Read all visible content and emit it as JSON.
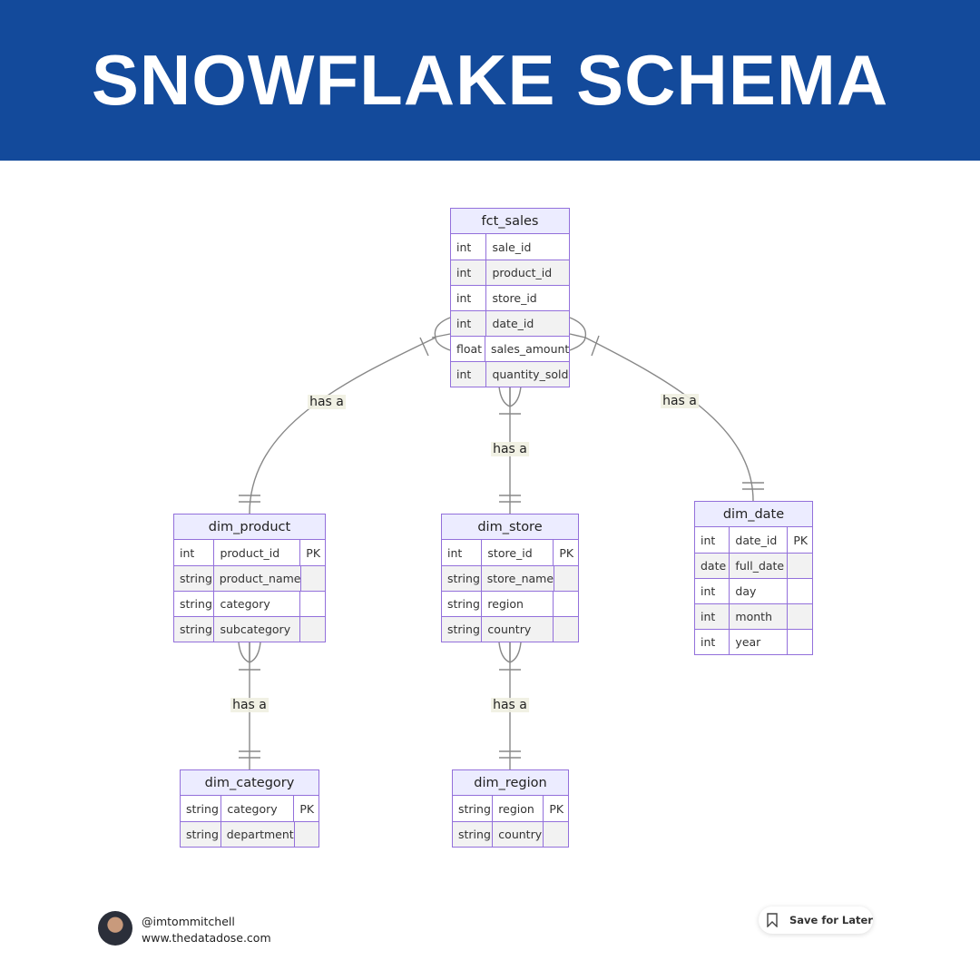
{
  "header": {
    "title": "SNOWFLAKE SCHEMA"
  },
  "relationship_label": "has a",
  "entities": {
    "fct_sales": {
      "name": "fct_sales",
      "rows": [
        [
          "int",
          "sale_id"
        ],
        [
          "int",
          "product_id"
        ],
        [
          "int",
          "store_id"
        ],
        [
          "int",
          "date_id"
        ],
        [
          "float",
          "sales_amount"
        ],
        [
          "int",
          "quantity_sold"
        ]
      ]
    },
    "dim_product": {
      "name": "dim_product",
      "rows": [
        [
          "int",
          "product_id",
          "PK"
        ],
        [
          "string",
          "product_name",
          ""
        ],
        [
          "string",
          "category",
          ""
        ],
        [
          "string",
          "subcategory",
          ""
        ]
      ]
    },
    "dim_store": {
      "name": "dim_store",
      "rows": [
        [
          "int",
          "store_id",
          "PK"
        ],
        [
          "string",
          "store_name",
          ""
        ],
        [
          "string",
          "region",
          ""
        ],
        [
          "string",
          "country",
          ""
        ]
      ]
    },
    "dim_date": {
      "name": "dim_date",
      "rows": [
        [
          "int",
          "date_id",
          "PK"
        ],
        [
          "date",
          "full_date",
          ""
        ],
        [
          "int",
          "day",
          ""
        ],
        [
          "int",
          "month",
          ""
        ],
        [
          "int",
          "year",
          ""
        ]
      ]
    },
    "dim_category": {
      "name": "dim_category",
      "rows": [
        [
          "string",
          "category",
          "PK"
        ],
        [
          "string",
          "department",
          ""
        ]
      ]
    },
    "dim_region": {
      "name": "dim_region",
      "rows": [
        [
          "string",
          "region",
          "PK"
        ],
        [
          "string",
          "country",
          ""
        ]
      ]
    }
  },
  "relationships": [
    {
      "from": "dim_product",
      "to": "fct_sales",
      "label": "has a"
    },
    {
      "from": "dim_store",
      "to": "fct_sales",
      "label": "has a"
    },
    {
      "from": "dim_date",
      "to": "fct_sales",
      "label": "has a"
    },
    {
      "from": "dim_category",
      "to": "dim_product",
      "label": "has a"
    },
    {
      "from": "dim_region",
      "to": "dim_store",
      "label": "has a"
    }
  ],
  "footer": {
    "handle": "@imtommitchell",
    "website": "www.thedatadose.com",
    "save_label": "Save for Later"
  }
}
